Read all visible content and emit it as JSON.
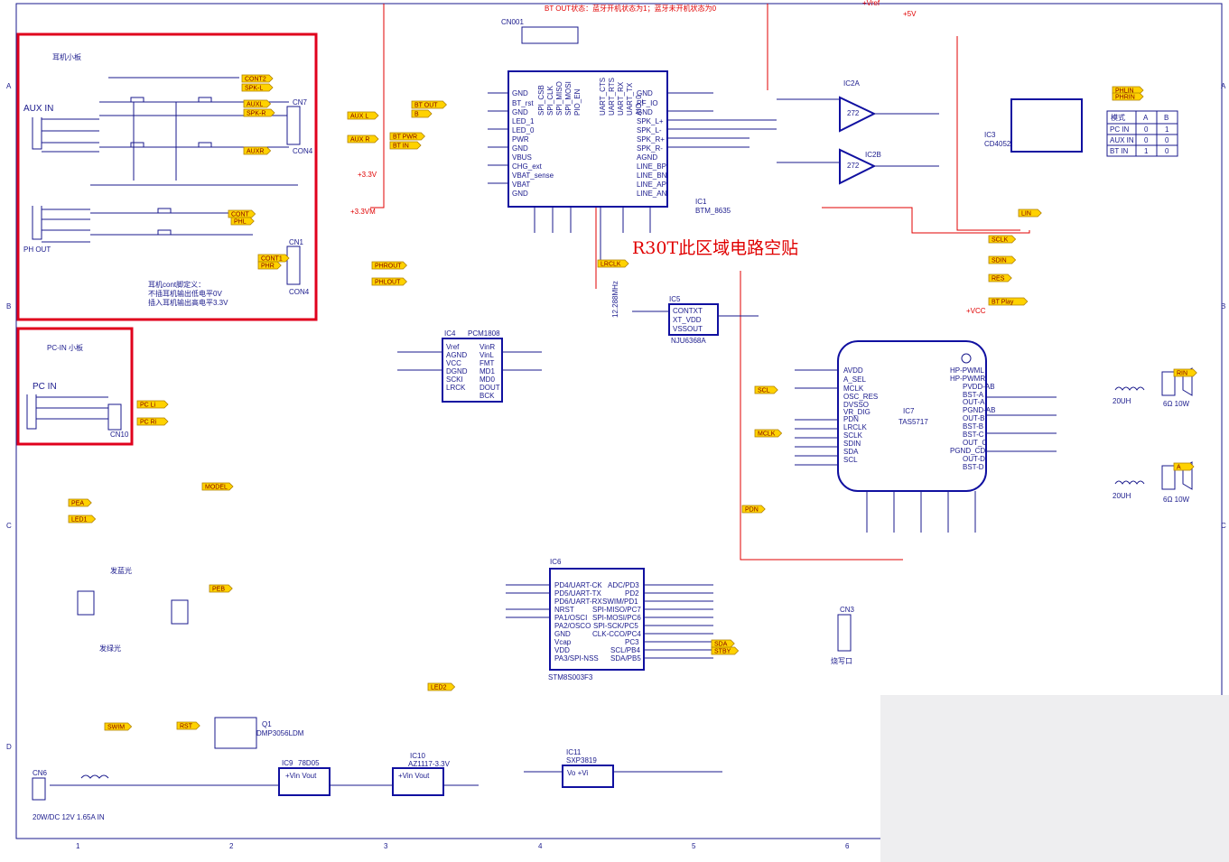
{
  "header": {
    "bt_out_state": "BT OUT状态：蓝牙开机状态为1；蓝牙未开机状态为0"
  },
  "overlay": {
    "r30t_note": "R30T此区域电路空贴"
  },
  "panels": {
    "headphone_board": {
      "title": "耳机小板",
      "aux_in": "AUX IN",
      "ph_out": "PH OUT",
      "note_line1": "耳机cont脚定义：",
      "note_line2": "不插耳机输出低电平0V",
      "note_line3": "插入耳机输出高电平3.3V"
    },
    "pcin_board": {
      "title": "PC-IN 小板",
      "pc_in": "PC IN"
    }
  },
  "chips": [
    {
      "ref": "IC1",
      "part": "BTM_8635"
    },
    {
      "ref": "IC2A",
      "part": "272"
    },
    {
      "ref": "IC2B",
      "part": "272"
    },
    {
      "ref": "IC3",
      "part": "CD4052"
    },
    {
      "ref": "IC4",
      "part": "PCM1808"
    },
    {
      "ref": "IC5",
      "part": "NJU6368A"
    },
    {
      "ref": "IC6",
      "part": "STM8S003F3"
    },
    {
      "ref": "IC7",
      "part": "TAS5717"
    },
    {
      "ref": "IC9",
      "part": "78D05"
    },
    {
      "ref": "IC10",
      "part": "AZ1117-3.3V"
    },
    {
      "ref": "IC11",
      "part": "SXP3819"
    },
    {
      "ref": "Q1",
      "part": "DMP3056LDM"
    }
  ],
  "ic1_pins_left": [
    "GND",
    "BT_rst",
    "GND",
    "LED_1",
    "LED_0",
    "PWR",
    "GND",
    "VBUS",
    "CHG_ext",
    "VBAT_sense",
    "VBAT",
    "GND"
  ],
  "ic1_pins_right": [
    "GND",
    "RF_IO",
    "GND",
    "SPK_L+",
    "SPK_L-",
    "SPK_R+",
    "SPK_R-",
    "AGND",
    "LINE_BP",
    "LINE_BN",
    "LINE_AP",
    "LINE_AN"
  ],
  "ic1_pins_top": [
    "SPI_CSB",
    "SPI_CLK",
    "SPI_MISO",
    "SPI_MOSI",
    "PIO_EN",
    "UART_CTS",
    "UART_RTS",
    "UART_RX",
    "UART_TX",
    "AIO_0"
  ],
  "ic4_pins_left": [
    "Vref",
    "AGND",
    "VCC",
    "DGND",
    "SCKI",
    "LRCK"
  ],
  "ic4_pins_right": [
    "VinR",
    "VinL",
    "FMT",
    "MD1",
    "MD0",
    "DOUT",
    "BCK"
  ],
  "ic6_pins_left": [
    "PD4/UART-CK",
    "PD5/UART-TX",
    "PD6/UART-RX",
    "NRST",
    "PA1/OSCI",
    "PA2/OSCO",
    "GND",
    "Vcap",
    "VDD",
    "PA3/SPI-NSS"
  ],
  "ic6_pins_right": [
    "ADC/PD3",
    "PD2",
    "SWIM/PD1",
    "SPI-MISO/PC7",
    "SPI-MOSI/PC6",
    "SPI-SCK/PC5",
    "CLK-CCO/PC4",
    "PC3",
    "SCL/PB4",
    "SDA/PB5"
  ],
  "ic7_pins_left": [
    "AVDD",
    "A_SEL",
    "MCLK",
    "OSC_RES",
    "DVSSO",
    "VR_DIG",
    "PDN",
    "LRCLK",
    "SCLK",
    "SDIN",
    "SDA",
    "SCL"
  ],
  "ic7_pins_right": [
    "HP-PWML",
    "HP-PWMR",
    "PVDD-AB",
    "BST-A",
    "OUT-A",
    "PGND-AB",
    "OUT-B",
    "BST-B",
    "BST-C",
    "OUT_C",
    "PGND_CD",
    "OUT-D",
    "BST-D"
  ],
  "ic5_pins": [
    "CONTXT",
    "XT_VDD",
    "VSSOUT"
  ],
  "net_tags": [
    "BT OUT",
    "BT PWR",
    "CONT2",
    "AUXL",
    "AUXR",
    "AUX L",
    "AUX R",
    "CONT",
    "CONT1",
    "PHL",
    "PHR",
    "PHROUT",
    "PHLOUT",
    "PC Li",
    "PC Ri",
    "MODEL",
    "PEA",
    "PEB",
    "LED1",
    "LED2",
    "RST",
    "SWIM",
    "STBY",
    "SDA",
    "SCL",
    "MCLK",
    "PDN",
    "LRCLK",
    "SCLK",
    "SDIN",
    "RES",
    "BT Play",
    "PHLIN",
    "PHRIN",
    "LIN",
    "RIN",
    "A",
    "B",
    "BT IN",
    "SPK-L",
    "SPK-R"
  ],
  "mode_table": {
    "headers": [
      "模式",
      "A",
      "B"
    ],
    "rows": [
      [
        "PC IN",
        "0",
        "1"
      ],
      [
        "AUX IN",
        "0",
        "0"
      ],
      [
        "BT IN",
        "1",
        "0"
      ]
    ]
  },
  "power": {
    "input_label": "20W/DC 12V 1.65A IN",
    "rails": [
      "+5V",
      "+3.3V",
      "+3.3VM",
      "+VCC",
      "+Vref"
    ]
  },
  "misc_labels": {
    "red_light": "发蓝光",
    "green_light": "发绿光",
    "burn_port": "烧写口",
    "speaker_rating": "6Ω 10W",
    "crystal": "12.288MHz",
    "inductor_l6": "20UH",
    "inductor_l7": "20UH"
  },
  "border": {
    "columns": [
      "1",
      "2",
      "3",
      "4",
      "5",
      "6"
    ],
    "rows": [
      "A",
      "B",
      "C",
      "D"
    ]
  }
}
